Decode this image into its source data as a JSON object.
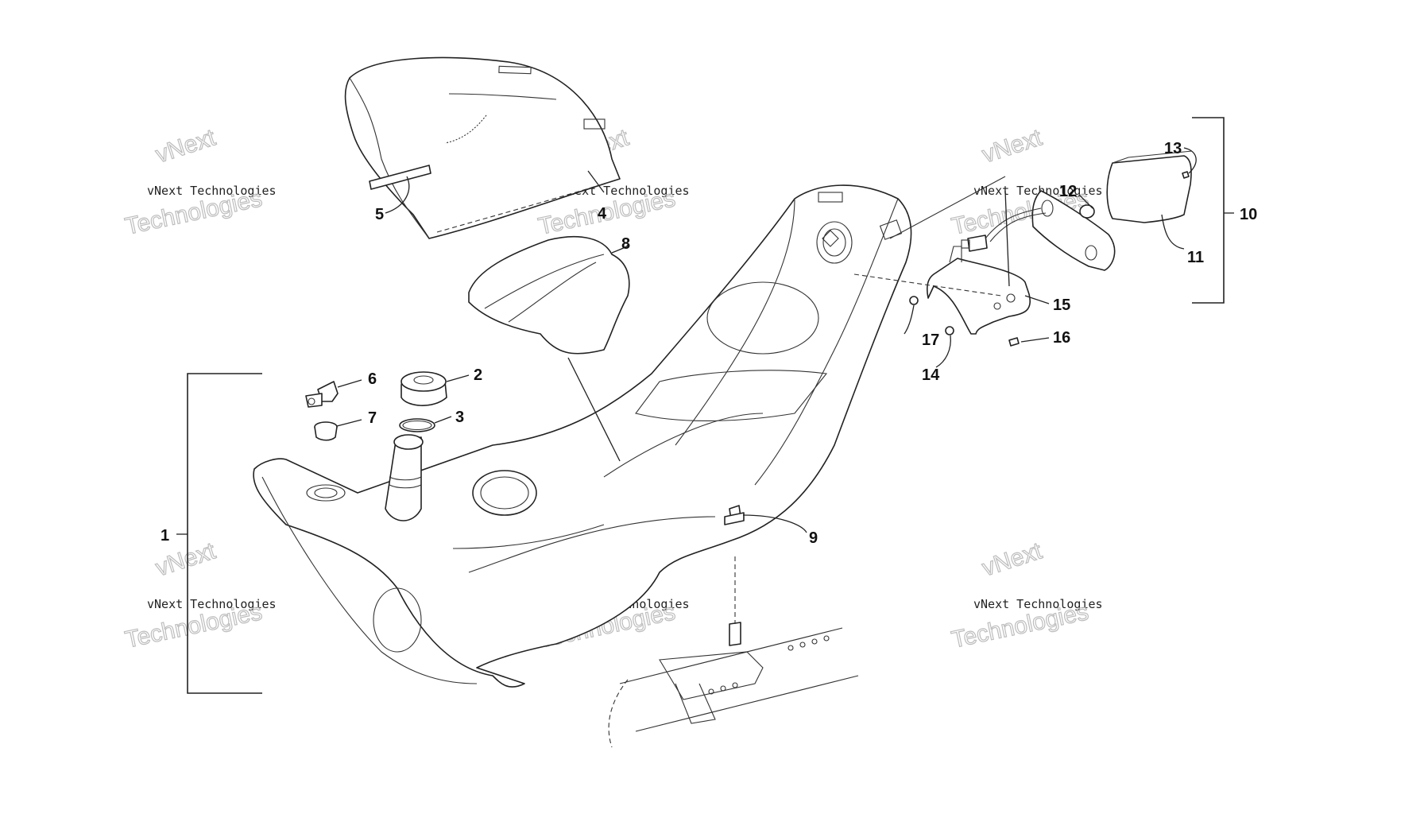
{
  "callouts": [
    "1",
    "2",
    "3",
    "4",
    "5",
    "6",
    "7",
    "8",
    "9",
    "10",
    "11",
    "12",
    "13",
    "14",
    "15",
    "16",
    "17"
  ],
  "watermark": {
    "line1": "vNext",
    "line2": "vNext Technologies",
    "line3": "Technologies"
  }
}
